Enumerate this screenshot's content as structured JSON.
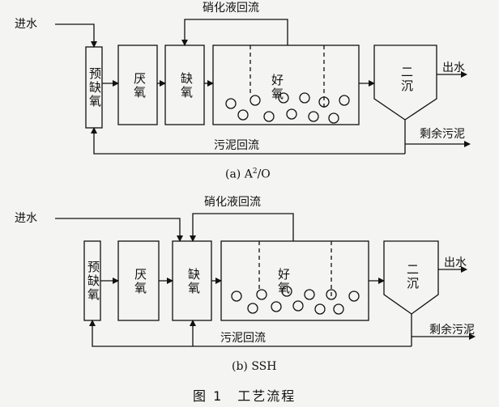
{
  "a": {
    "inlet": "进水",
    "pre_anoxic": "预缺氧",
    "anaerobic": "厌氧",
    "anoxic": "缺氧",
    "aerobic": "好氧",
    "clarifier": "二沉",
    "outlet": "出水",
    "nitrate_recycle": "硝化液回流",
    "sludge_recycle": "污泥回流",
    "excess_sludge": "剩余污泥",
    "caption_prefix": "(a) A",
    "caption_sup": "2",
    "caption_suffix": "/O"
  },
  "b": {
    "inlet": "进水",
    "pre_anoxic": "预缺氧",
    "anaerobic": "厌氧",
    "anoxic": "缺氧",
    "aerobic": "好氧",
    "clarifier": "二沉",
    "outlet": "出水",
    "nitrate_recycle": "硝化液回流",
    "sludge_recycle": "污泥回流",
    "excess_sludge": "剩余污泥",
    "caption": "(b) SSH"
  },
  "figure_title": "图 1　工艺流程"
}
